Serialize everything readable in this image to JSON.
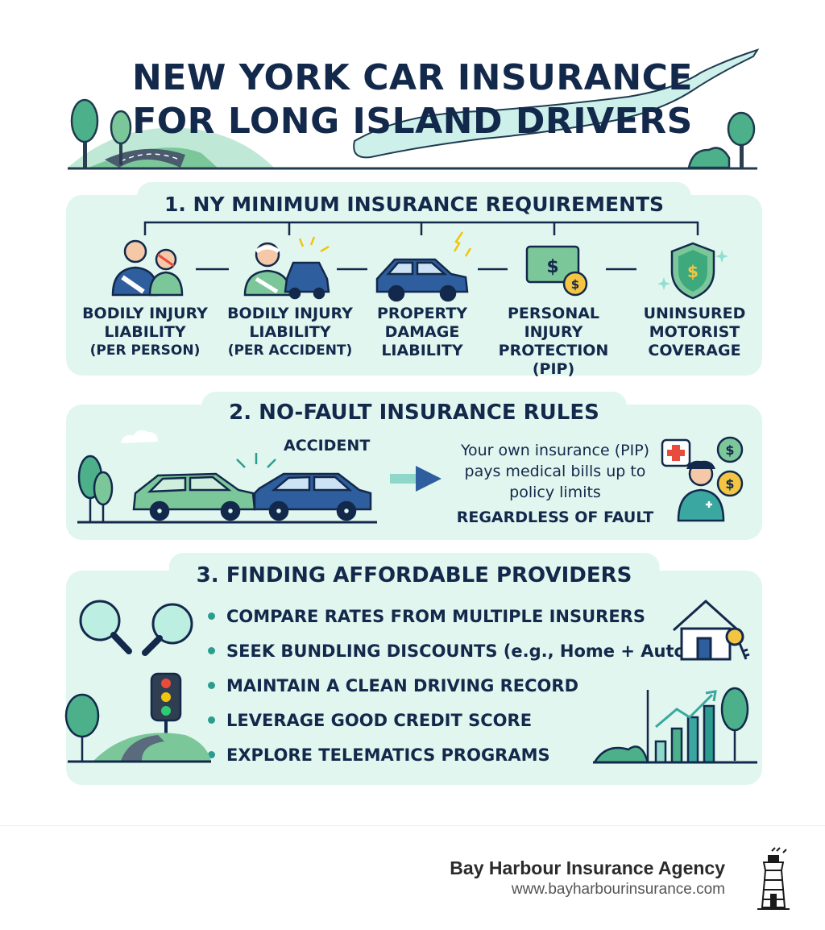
{
  "header": {
    "title_line1": "NEW YORK CAR INSURANCE",
    "title_line2": "FOR LONG ISLAND DRIVERS"
  },
  "section1": {
    "heading": "1. NY MINIMUM INSURANCE REQUIREMENTS",
    "items": [
      {
        "line1": "BODILY INJURY",
        "line2": "LIABILITY",
        "line3": "(PER PERSON)",
        "icon": "injured-people-icon"
      },
      {
        "line1": "BODILY INJURY",
        "line2": "LIABILITY",
        "line3": "(PER ACCIDENT)",
        "icon": "injured-person-car-icon"
      },
      {
        "line1": "PROPERTY",
        "line2": "DAMAGE",
        "line3": "LIABILITY",
        "icon": "damaged-car-icon"
      },
      {
        "line1": "PERSONAL INJURY",
        "line2": "PROTECTION",
        "line3": "(PIP)",
        "icon": "money-icon"
      },
      {
        "line1": "UNINSURED",
        "line2": "MOTORIST",
        "line3": "COVERAGE",
        "icon": "shield-dollar-icon"
      }
    ]
  },
  "section2": {
    "heading": "2. NO-FAULT INSURANCE RULES",
    "accident_label": "ACCIDENT",
    "text_line1": "Your own insurance (PIP)",
    "text_line2": "pays medical bills up to",
    "text_line3": "policy limits",
    "text_line4": "REGARDLESS OF FAULT"
  },
  "section3": {
    "heading": "3. FINDING AFFORDABLE PROVIDERS",
    "tips": [
      "COMPARE RATES FROM MULTIPLE INSURERS",
      "SEEK BUNDLING DISCOUNTS (e.g., Home + Auto)",
      "MAINTAIN A CLEAN DRIVING RECORD",
      "LEVERAGE GOOD CREDIT SCORE",
      "EXPLORE TELEMATICS PROGRAMS"
    ]
  },
  "footer": {
    "agency_name": "Bay Harbour Insurance Agency",
    "agency_url": "www.bayharbourinsurance.com"
  },
  "colors": {
    "navy": "#13294b",
    "mint_panel": "#e1f6ef",
    "teal": "#2a9d8f",
    "green": "#5fb37a",
    "car_blue": "#2f5e9e"
  }
}
